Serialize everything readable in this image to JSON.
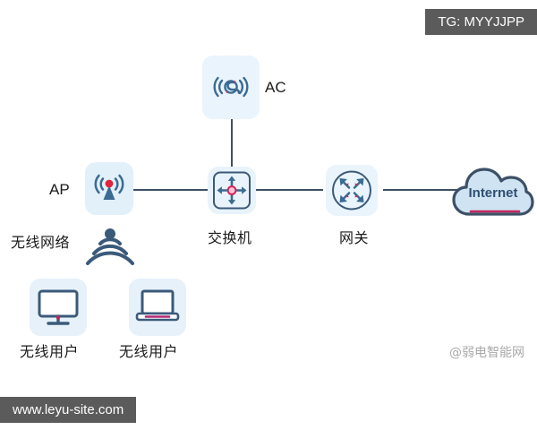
{
  "diagram": {
    "title_watermark": "TG: MYYJJPP",
    "site_watermark": "www.leyu-site.com",
    "author_watermark": "@弱电智能网",
    "colors": {
      "line": "#3c5066",
      "card_bg": "#e2f0fa",
      "icon_dark": "#3b5a7a",
      "accent_pink": "#e0245e",
      "accent_red": "#d6294f",
      "cloud_fill": "#cfe3f2",
      "cloud_stroke": "#3c5066",
      "chip_bg": "#5b5b5b",
      "text": "#1b1b1b",
      "watermark_text": "#a9a9a9"
    }
  },
  "nodes": {
    "ac": {
      "label": "AC",
      "icon": "wireless-controller-icon"
    },
    "ap": {
      "label": "AP",
      "icon": "access-point-antenna-icon"
    },
    "switch": {
      "label": "交换机",
      "icon": "switch-four-arrows-icon"
    },
    "gateway": {
      "label": "网关",
      "icon": "gateway-router-x-arrows-icon"
    },
    "internet": {
      "label": "Internet",
      "icon": "cloud-icon"
    },
    "wireless_network": {
      "label": "无线网络",
      "icon": "wifi-signal-icon"
    },
    "user_desktop": {
      "label": "无线用户",
      "icon": "desktop-monitor-icon"
    },
    "user_laptop": {
      "label": "无线用户",
      "icon": "laptop-icon"
    }
  },
  "links": [
    {
      "from": "ac",
      "to": "switch",
      "orientation": "vertical"
    },
    {
      "from": "ap",
      "to": "switch",
      "orientation": "horizontal"
    },
    {
      "from": "switch",
      "to": "gateway",
      "orientation": "horizontal"
    },
    {
      "from": "gateway",
      "to": "internet",
      "orientation": "horizontal"
    }
  ]
}
